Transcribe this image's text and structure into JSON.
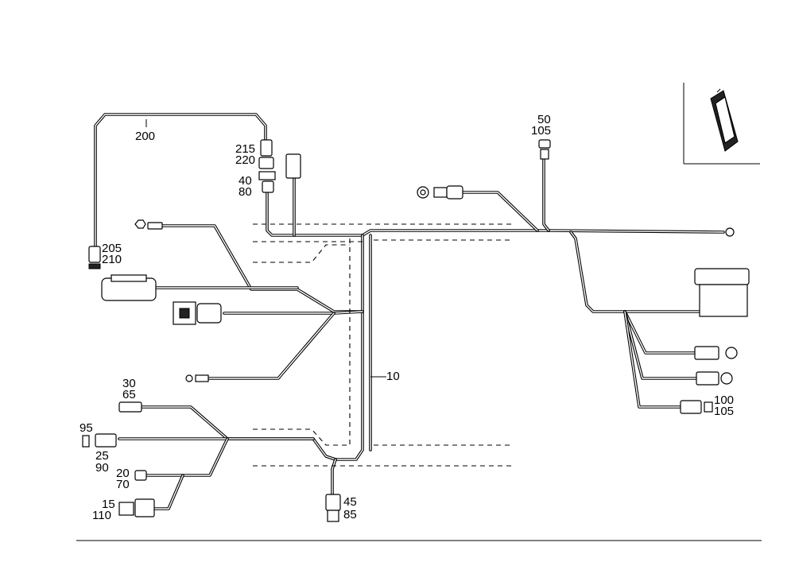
{
  "diagram": {
    "callouts": {
      "c200": "200",
      "c215": "215",
      "c220": "220",
      "c40": "40",
      "c80": "80",
      "c205": "205",
      "c210": "210",
      "c50": "50",
      "c105a": "105",
      "c10": "10",
      "c30": "30",
      "c65": "65",
      "c95": "95",
      "c25": "25",
      "c90": "90",
      "c20": "20",
      "c70": "70",
      "c15": "15",
      "c110": "110",
      "c45": "45",
      "c85": "85",
      "c100": "100",
      "c105b": "105"
    }
  }
}
